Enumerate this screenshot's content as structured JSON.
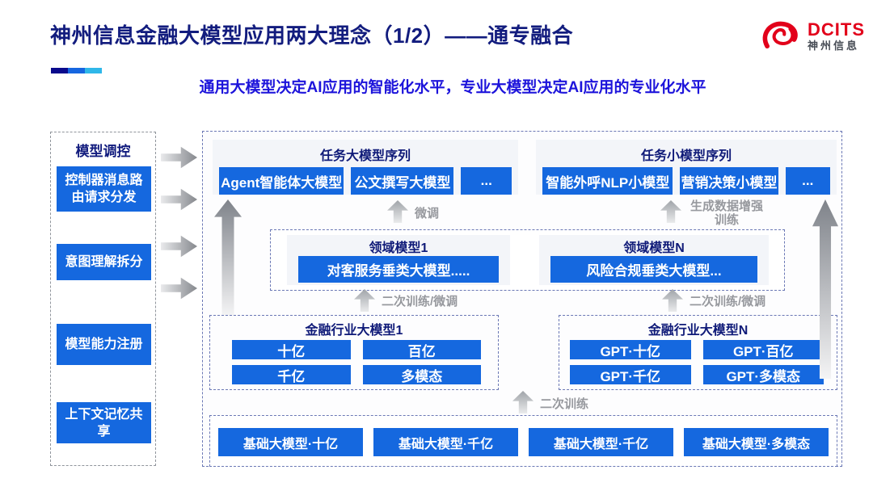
{
  "header": {
    "title": "神州信息金融大模型应用两大理念（1/2）——通专融合",
    "subtitle": "通用大模型决定AI应用的智能化水平，专业大模型决定AI应用的专业化水平",
    "logo": {
      "brand": "DCITS",
      "brand_cn": "神州信息"
    }
  },
  "sidebar": {
    "title": "模型调控",
    "items": [
      "控制器消息路由请求分发",
      "意图理解拆分",
      "模型能力注册",
      "上下文记忆共享"
    ]
  },
  "main": {
    "task_large": {
      "title": "任务大模型序列",
      "items": [
        "Agent智能体大模型",
        "公文撰写大模型",
        "..."
      ]
    },
    "task_small": {
      "title": "任务小模型序列",
      "items": [
        "智能外呼NLP小模型",
        "营销决策小模型",
        "..."
      ]
    },
    "domain": [
      {
        "title": "领域模型1",
        "item": "对客服务垂类大模型....."
      },
      {
        "title": "领域模型N",
        "item": "风险合规垂类大模型..."
      }
    ],
    "industry": [
      {
        "title": "金融行业大模型1",
        "items": [
          "十亿",
          "百亿",
          "千亿",
          "多模态"
        ]
      },
      {
        "title": "金融行业大模型N",
        "items": [
          "GPT·十亿",
          "GPT·百亿",
          "GPT·千亿",
          "GPT·多模态"
        ]
      }
    ],
    "foundation": [
      "基础大模型·十亿",
      "基础大模型·千亿",
      "基础大模型·千亿",
      "基础大模型·多模态"
    ],
    "labels": {
      "fine_tune": "微调",
      "gen_data_train": "生成数据增强训练",
      "retrain_finetune_left": "二次训练/微调",
      "retrain_finetune_right": "二次训练/微调",
      "retrain": "二次训练"
    }
  },
  "colors": {
    "button_blue": "#1568DF",
    "title_navy": "#121C7E",
    "subtitle_blue": "#1D14DB",
    "logo_red": "#E2001A",
    "accent_bar": [
      "#0A0A8C",
      "#1666E0",
      "#2FB7E9"
    ]
  }
}
